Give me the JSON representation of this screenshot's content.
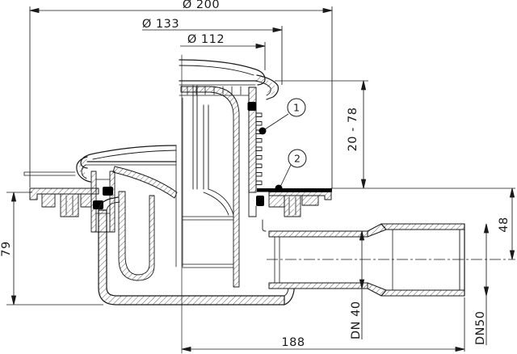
{
  "drawing": {
    "dimensions": {
      "flange_diameter": "Ø 200",
      "frame_diameter": "Ø 133",
      "grate_diameter": "Ø 112",
      "adjust_height": "20 - 78",
      "body_height": "79",
      "outlet_axis_depth": "48",
      "outlet_length": "188",
      "outlet_size": "DN 40",
      "socket_size": "DN50"
    },
    "callouts": [
      {
        "id": "1"
      },
      {
        "id": "2"
      }
    ],
    "colors": {
      "line": "#1a1a1a",
      "background": "#ffffff",
      "seal": "#000000"
    }
  }
}
